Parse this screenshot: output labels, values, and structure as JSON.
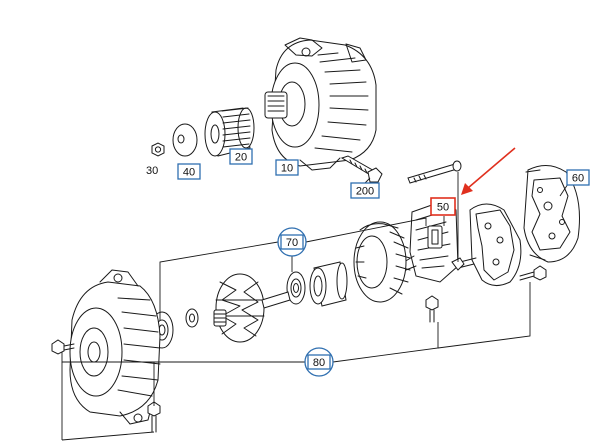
{
  "diagram": {
    "callouts": [
      {
        "id": "c10",
        "label": "10"
      },
      {
        "id": "c20",
        "label": "20"
      },
      {
        "id": "c30",
        "label": "30"
      },
      {
        "id": "c40",
        "label": "40"
      },
      {
        "id": "c50",
        "label": "50"
      },
      {
        "id": "c60",
        "label": "60"
      },
      {
        "id": "c70",
        "label": "70"
      },
      {
        "id": "c80",
        "label": "80"
      },
      {
        "id": "c200",
        "label": "200"
      }
    ],
    "highlight": {
      "callout": "50",
      "color": "#e0301e"
    },
    "colors": {
      "callout_border": "#2f6fb0",
      "linework": "#1a1a1a"
    }
  }
}
